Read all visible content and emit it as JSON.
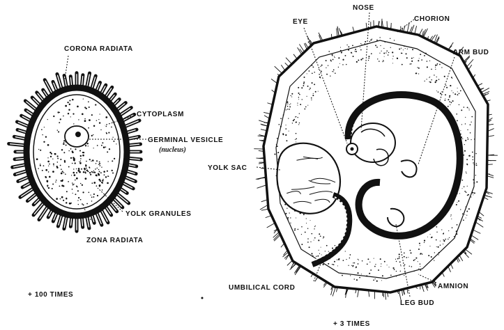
{
  "ovum": {
    "labels": {
      "corona_radiata": "CORONA RADIATA",
      "cytoplasm": "CYTOPLASM",
      "germinal_vesicle": "GERMINAL VESICLE",
      "nucleus": "(nucleus)",
      "yolk_granules": "YOLK GRANULES",
      "zona_radiata": "ZONA RADIATA"
    },
    "magnification": "+ 100 TIMES"
  },
  "embryo": {
    "labels": {
      "eye": "EYE",
      "nose": "NOSE",
      "chorion": "CHORION",
      "arm_bud": "ARM BUD",
      "yolk_sac": "YOLK SAC",
      "umbilical_cord": "UMBILICAL CORD",
      "amnion": "AMNION",
      "leg_bud": "LEG BUD"
    },
    "magnification": "+ 3 TIMES"
  },
  "colors": {
    "ink": "#111111",
    "paper": "#ffffff"
  }
}
